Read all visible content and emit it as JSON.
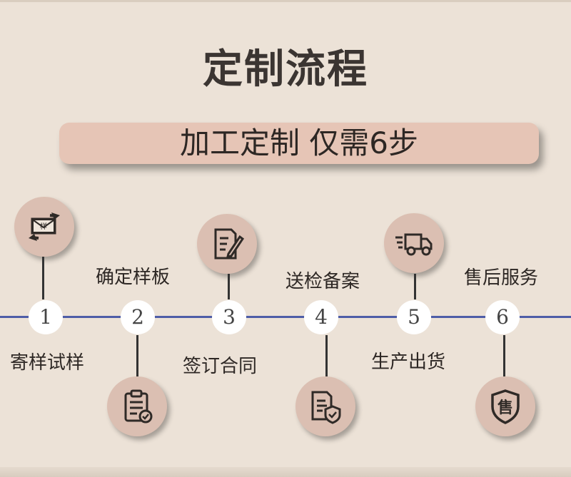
{
  "title": "定制流程",
  "banner": "加工定制 仅需6步",
  "steps": [
    {
      "num": "1",
      "label": "寄样试样",
      "icon": "swap-envelope-icon",
      "icon_text": "样"
    },
    {
      "num": "2",
      "label": "确定样板",
      "icon": "clipboard-check-icon"
    },
    {
      "num": "3",
      "label": "签订合同",
      "icon": "document-pen-icon"
    },
    {
      "num": "4",
      "label": "送检备案",
      "icon": "document-shield-icon"
    },
    {
      "num": "5",
      "label": "生产出货",
      "icon": "delivery-truck-icon"
    },
    {
      "num": "6",
      "label": "售后服务",
      "icon": "shield-sale-icon",
      "icon_text": "售"
    }
  ],
  "colors": {
    "background": "#ece2d7",
    "accent": "#e6c5b6",
    "timeline": "#4e5da7",
    "icon_bg": "#dbbfb2"
  }
}
